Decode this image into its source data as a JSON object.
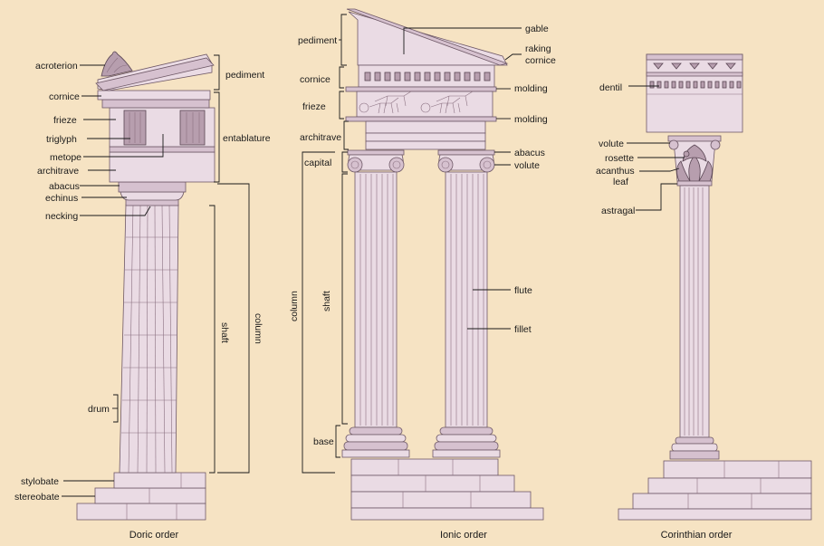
{
  "diagram": {
    "doric": {
      "caption": "Doric order",
      "labels": {
        "acroterion": "acroterion",
        "pediment": "pediment",
        "cornice": "cornice",
        "frieze": "frieze",
        "triglyph": "triglyph",
        "metope": "metope",
        "architrave": "architrave",
        "entablature": "entablature",
        "abacus": "abacus",
        "echinus": "echinus",
        "necking": "necking",
        "shaft": "shaft",
        "column": "column",
        "drum": "drum",
        "stylobate": "stylobate",
        "stereobate": "stereobate"
      }
    },
    "ionic": {
      "caption": "Ionic order",
      "labels": {
        "pediment": "pediment",
        "gable": "gable",
        "raking_1": "raking",
        "raking_2": "cornice",
        "cornice": "cornice",
        "molding_top": "molding",
        "frieze": "frieze",
        "molding_bottom": "molding",
        "architrave": "architrave",
        "abacus": "abacus",
        "capital": "capital",
        "volute": "volute",
        "column": "column",
        "shaft": "shaft",
        "flute": "flute",
        "fillet": "fillet",
        "base": "base"
      }
    },
    "corinthian": {
      "caption": "Corinthian order",
      "labels": {
        "dentil": "dentil",
        "volute": "volute",
        "rosette": "rosette",
        "acanthus_1": "acanthus",
        "acanthus_2": "leaf",
        "astragal": "astragal"
      }
    }
  }
}
